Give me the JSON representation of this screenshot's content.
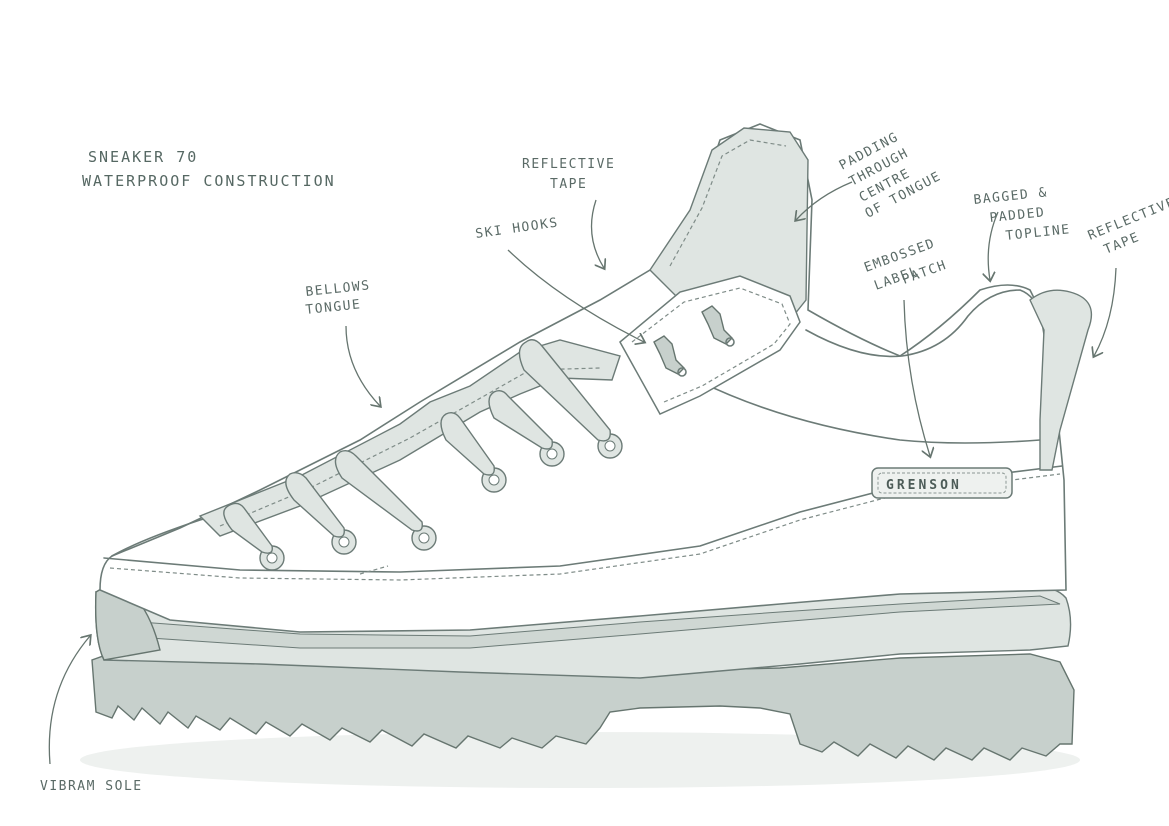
{
  "title": {
    "line1": "SNEAKER 70",
    "line2": "WATERPROOF CONSTRUCTION"
  },
  "annotations": {
    "reflective_tape_top": [
      "REFLECTIVE",
      "TAPE"
    ],
    "padding_tongue": [
      "PADDING",
      "THROUGH",
      "CENTRE",
      "OF TONGUE"
    ],
    "bagged_topline": [
      "BAGGED &",
      "PADDED",
      "TOPLINE"
    ],
    "reflective_tape_heel": [
      "REFLECTIVE",
      "TAPE"
    ],
    "ski_hooks": [
      "SKI HOOKS"
    ],
    "embossed_label": [
      "EMBOSSED",
      "LABEL",
      "PATCH"
    ],
    "bellows_tongue": [
      "BELLOWS",
      "TONGUE"
    ],
    "vibram_sole": [
      "VIBRAM SOLE"
    ]
  },
  "brand_label": "GRENSON",
  "colors": {
    "pencil": "#6c7b77",
    "shade": "#dfe5e2",
    "paper": "#ffffff"
  }
}
